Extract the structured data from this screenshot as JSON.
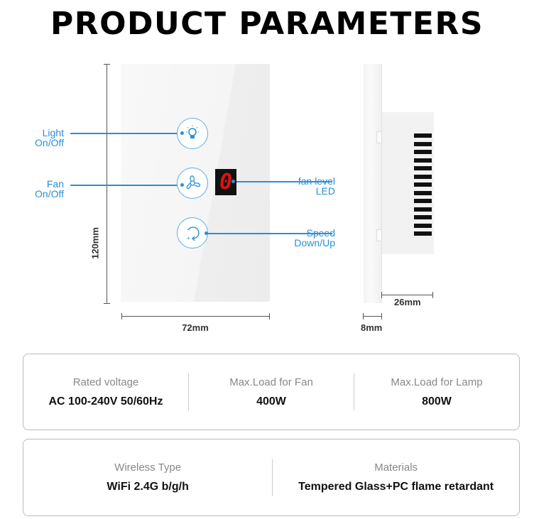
{
  "title": "PRODUCT PARAMETERS",
  "callouts": {
    "light": [
      "Light",
      "On/Off"
    ],
    "fan": [
      "Fan",
      "On/Off"
    ],
    "led": [
      "fan level",
      "LED"
    ],
    "speed": [
      "Speed",
      "Down/Up"
    ]
  },
  "led_digit": "0",
  "dimensions": {
    "height": "120mm",
    "width": "72mm",
    "depth_body": "26mm",
    "depth_plate": "8mm"
  },
  "specs_row1": [
    {
      "label": "Rated voltage",
      "value": "AC 100-240V  50/60Hz"
    },
    {
      "label": "Max.Load for Fan",
      "value": "400W"
    },
    {
      "label": "Max.Load for Lamp",
      "value": "800W"
    }
  ],
  "specs_row2": [
    {
      "label": "Wireless Type",
      "value": "WiFi 2.4G b/g/h"
    },
    {
      "label": "Materials",
      "value": "Tempered Glass+PC flame retardant"
    }
  ],
  "colors": {
    "accent": "#2a8fd6",
    "led": "#e01010"
  }
}
